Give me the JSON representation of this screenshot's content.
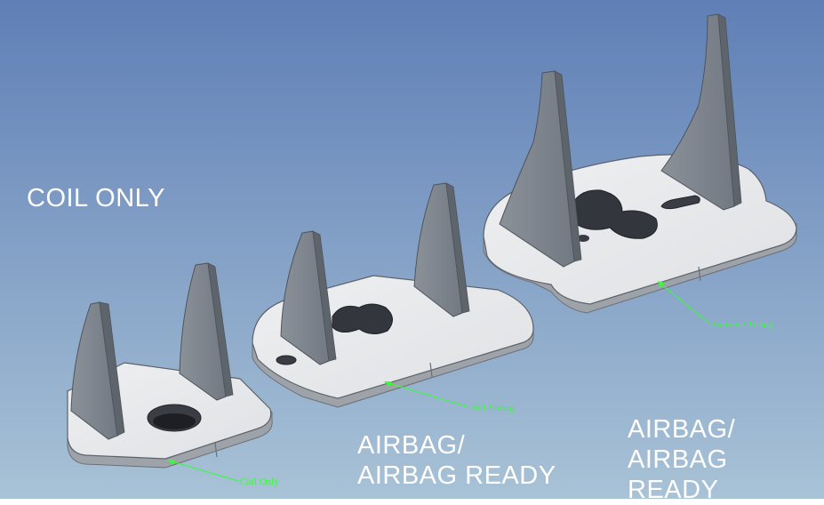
{
  "labels": {
    "coil_only": "COIL ONLY",
    "airbag_left_line1": "AIRBAG/",
    "airbag_left_line2": "AIRBAG READY",
    "airbag_right_line1": "AIRBAG/",
    "airbag_right_line2": "AIRBAG READY"
  },
  "callouts": {
    "coil": "Coil Only",
    "hd": "HD Airbag",
    "extreme": "Extreme Airbag"
  },
  "colors": {
    "bg_top": "#5f7fb6",
    "bg_bottom": "#a8c2d6",
    "part_face": "#e7e8ea",
    "part_edge": "#8b9098",
    "fin_face": "#7e858f",
    "fin_dark": "#5e646c",
    "hole": "#3a3e44",
    "callout": "#33ff33"
  }
}
